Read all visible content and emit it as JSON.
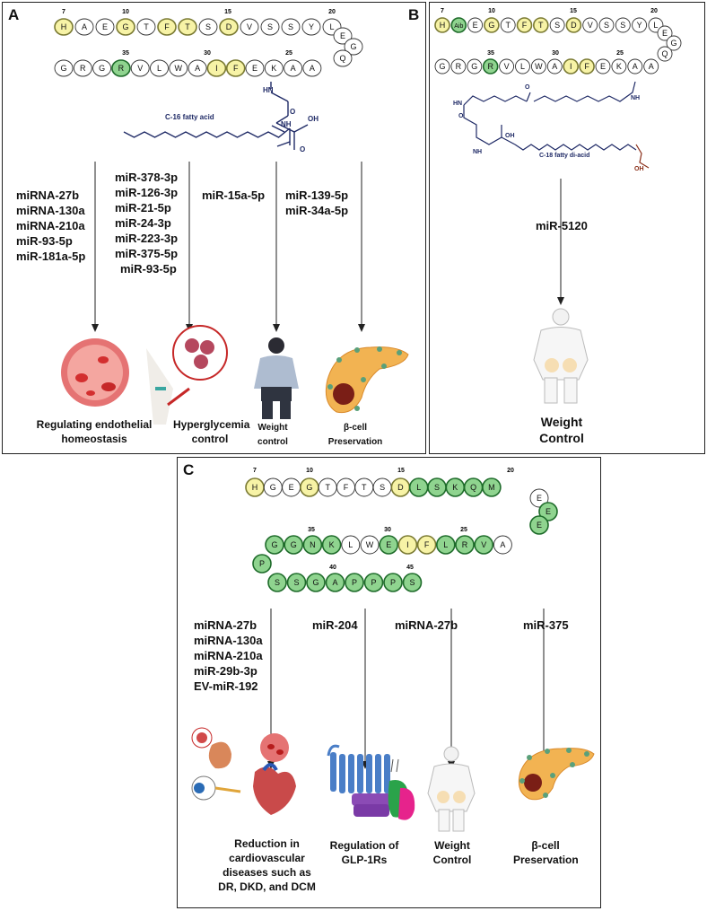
{
  "colors": {
    "plain": "#ffffff",
    "yellow": "#f7f3a6",
    "green": "#8fd48f",
    "dark_green": "#2f9a3f",
    "chem": "#1f2a66",
    "acid": "#8a2e18"
  },
  "panel_a": {
    "label": "A",
    "num_labels": [
      "7",
      "10",
      "15",
      "20",
      "35",
      "30",
      "25"
    ],
    "top_row": [
      "H",
      "A",
      "E",
      "G",
      "T",
      "F",
      "T",
      "S",
      "D",
      "V",
      "S",
      "S",
      "Y",
      "L"
    ],
    "turn": [
      "E",
      "G",
      "Q"
    ],
    "bottom_row": [
      "G",
      "R",
      "G",
      "R",
      "V",
      "L",
      "W",
      "A",
      "I",
      "F",
      "E",
      "K",
      "A",
      "A"
    ],
    "fatty_acid": "C-16 fatty acid",
    "chem": {
      "hn": "HN",
      "nh": "NH",
      "oh": "OH",
      "o": "O"
    },
    "mirna_groups": [
      [
        "miRNA-27b",
        "miRNA-130a",
        "miRNA-210a",
        "miR-93-5p",
        "miR-181a-5p"
      ],
      [
        "miR-378-3p",
        "miR-126-3p",
        "miR-21-5p",
        "miR-24-3p",
        "miR-223-3p",
        "miR-375-5p",
        "miR-93-5p"
      ],
      [
        "miR-15a-5p"
      ],
      [
        "miR-139-5p",
        "miR-34a-5p"
      ]
    ],
    "captions": [
      "Regulating endothelial homeostasis",
      "Hyperglycemia control",
      "Weight control",
      "β-cell Preservation"
    ]
  },
  "panel_b": {
    "label": "B",
    "num_labels": [
      "7",
      "10",
      "15",
      "20",
      "35",
      "30",
      "25"
    ],
    "top_row": [
      "H",
      "Aib",
      "E",
      "G",
      "T",
      "F",
      "T",
      "S",
      "D",
      "V",
      "S",
      "S",
      "Y",
      "L"
    ],
    "turn": [
      "E",
      "G",
      "Q"
    ],
    "bottom_row": [
      "G",
      "R",
      "G",
      "R",
      "V",
      "L",
      "W",
      "A",
      "I",
      "F",
      "E",
      "K",
      "A",
      "A"
    ],
    "fatty_acid": "C-18 fatty di-acid",
    "chem": {
      "hn": "HN",
      "nh": "NH",
      "oh": "OH",
      "o": "O"
    },
    "mirna": "miR-5120",
    "caption": "Weight Control"
  },
  "panel_c": {
    "label": "C",
    "num_labels": [
      "7",
      "10",
      "15",
      "20",
      "35",
      "30",
      "25",
      "40",
      "45"
    ],
    "top_row": [
      "H",
      "G",
      "E",
      "G",
      "T",
      "F",
      "T",
      "S",
      "D",
      "L",
      "S",
      "K",
      "Q",
      "M"
    ],
    "turn": [
      "E",
      "E",
      "E"
    ],
    "middle_row": [
      "G",
      "G",
      "N",
      "K",
      "L",
      "W",
      "E",
      "I",
      "F",
      "L",
      "R",
      "V",
      "A"
    ],
    "left_turn": "P",
    "bottom_row": [
      "S",
      "S",
      "G",
      "A",
      "P",
      "P",
      "P",
      "S"
    ],
    "mirna_groups": [
      [
        "miRNA-27b",
        "miRNA-130a",
        "miRNA-210a",
        "miR-29b-3p",
        "EV-miR-192"
      ],
      [
        "miR-204"
      ],
      [
        "miRNA-27b"
      ],
      [
        "miR-375"
      ]
    ],
    "captions": [
      "Reduction in cardiovascular diseases such as DR, DKD, and DCM",
      "Regulation of GLP-1Rs",
      "Weight Control",
      "β-cell Preservation"
    ]
  }
}
